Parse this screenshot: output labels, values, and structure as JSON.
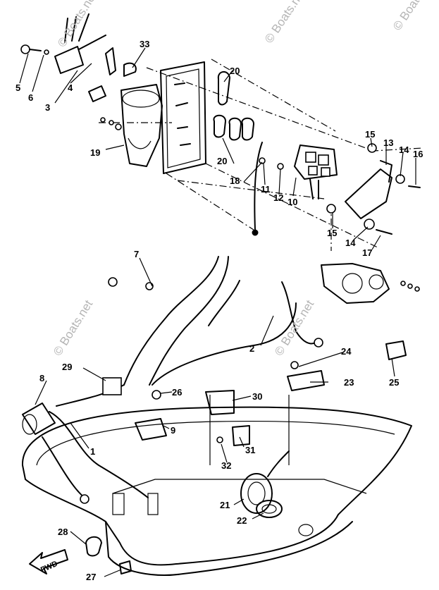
{
  "watermarks": [
    "© Boats.net",
    "© Boats.net",
    "© Boats.net",
    "© Boats.net",
    "© Boats.net"
  ],
  "fwd_label": "FWD",
  "callouts": [
    "5",
    "6",
    "3",
    "4",
    "33",
    "20",
    "20",
    "19",
    "15",
    "13",
    "14",
    "16",
    "18",
    "11",
    "12",
    "10",
    "15",
    "14",
    "17",
    "7",
    "2",
    "24",
    "23",
    "25",
    "29",
    "8",
    "26",
    "30",
    "9",
    "1",
    "31",
    "32",
    "21",
    "22",
    "28",
    "27"
  ]
}
